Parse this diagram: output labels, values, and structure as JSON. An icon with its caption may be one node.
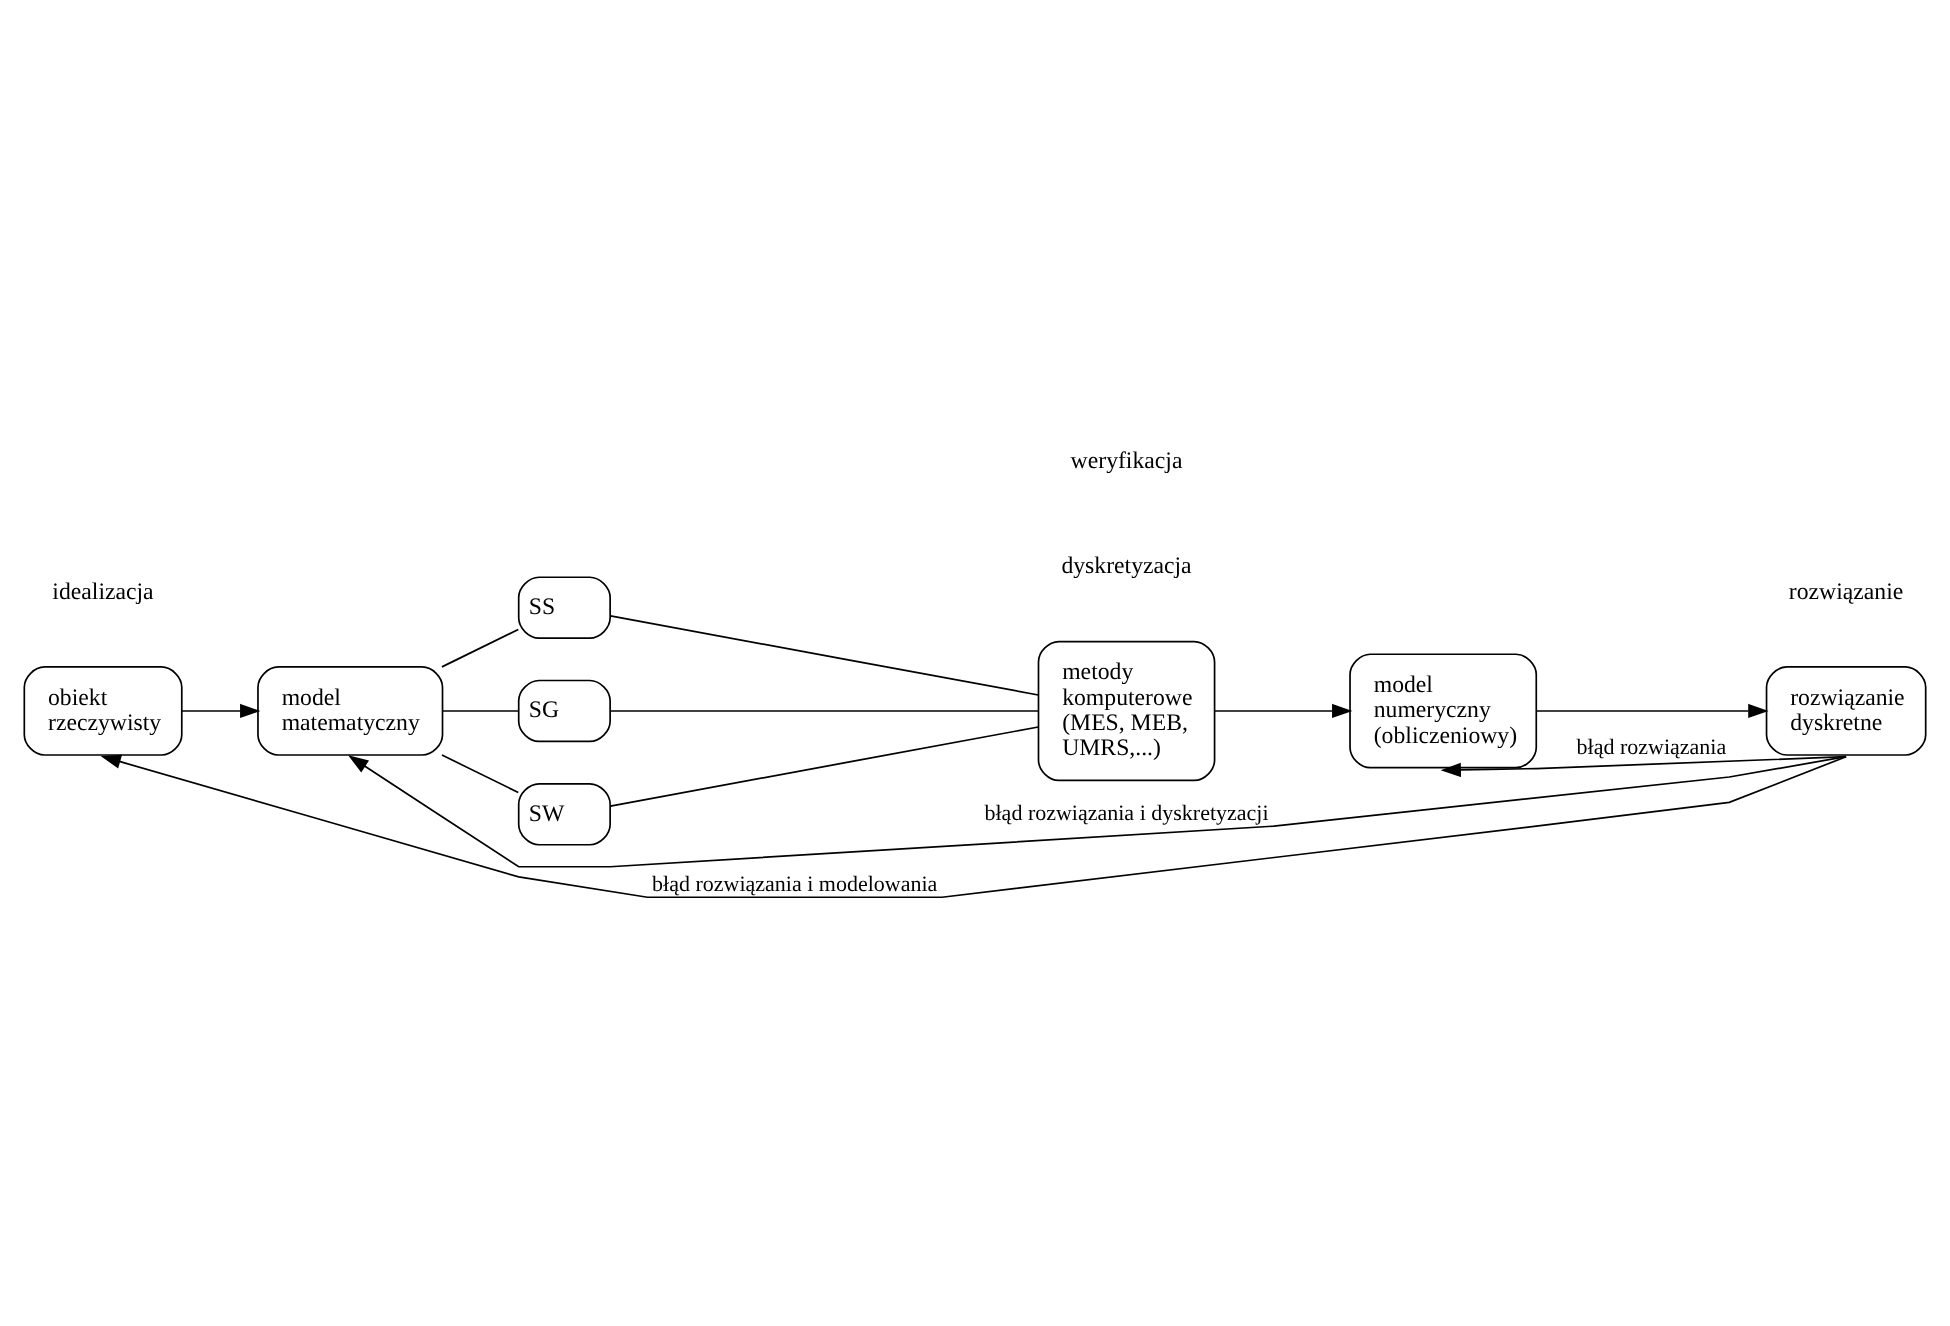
{
  "diagram": {
    "nodes": [
      {
        "text": [
          "SS"
        ]
      },
      {
        "text": [
          "SG"
        ]
      },
      {
        "text": [
          "SW"
        ]
      },
      {
        "text": [
          "metody komputerowe (MES, MEB, UMRS,...)"
        ]
      },
      {
        "text": [
          "obiekt rzeczywisty"
        ]
      },
      {
        "text": [
          "model matematyczny"
        ]
      },
      {
        "text": [
          "model numeryczny (obliczeniowy)"
        ]
      },
      {
        "text": [
          "rozwiązanie dyskretne"
        ]
      }
    ],
    "edges": [
      {
        "from": 5,
        "to": 0,
        "arrow": "none"
      },
      {
        "from": 5,
        "to": 1,
        "arrow": "none"
      },
      {
        "from": 5,
        "to": 2,
        "arrow": "none"
      },
      {
        "from": 0,
        "to": 3,
        "arrow": "none"
      },
      {
        "from": 1,
        "to": 3,
        "arrow": "none"
      },
      {
        "from": 2,
        "to": 3,
        "arrow": "none"
      },
      {
        "from": 3,
        "to": 6,
        "arrow": "to"
      },
      {
        "from": 4,
        "to": 5,
        "arrow": "to"
      },
      {
        "from": 6,
        "to": 7,
        "arrow": "to"
      },
      {
        "from": 7,
        "to": 6,
        "arrow": "to",
        "label": "błąd rozwiązania"
      },
      {
        "from": 7,
        "to": 5,
        "arrow": "to",
        "label": "błąd rozwiązania i dyskretyzacji"
      },
      {
        "from": 7,
        "to": 4,
        "arrow": "to",
        "label": "błąd rozwiązania i modelowania"
      }
    ],
    "labels": [
      "idealizacja",
      "dyskretyzacja",
      "rozwiązanie",
      "weryfikacja"
    ]
  }
}
